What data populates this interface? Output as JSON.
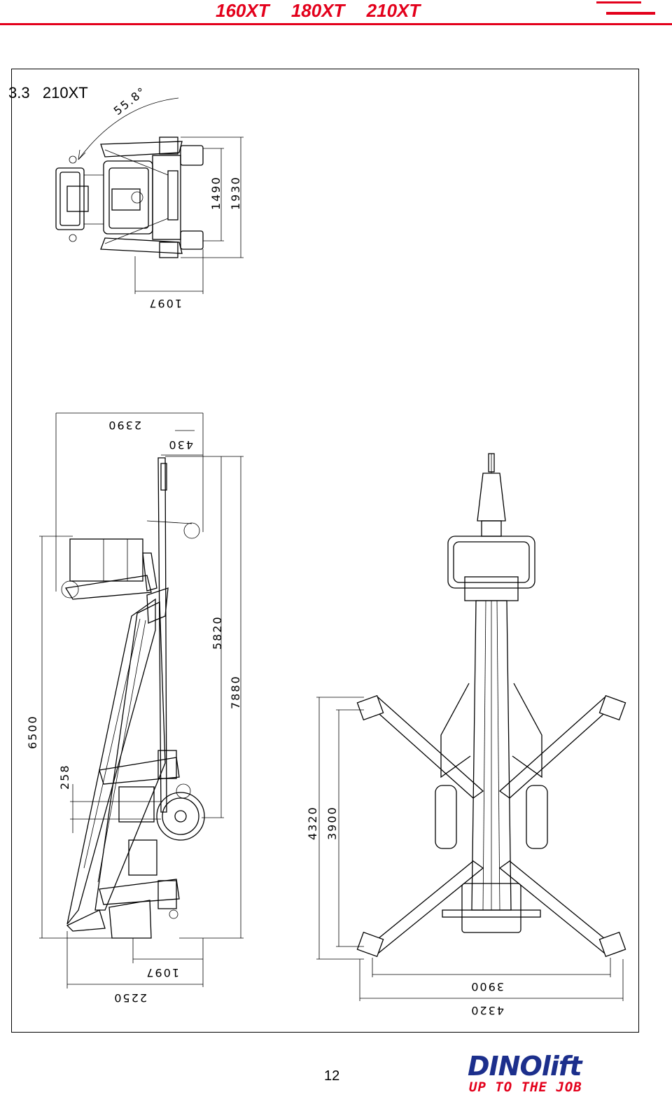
{
  "header": {
    "title": "160XT 180XT 210XT"
  },
  "section": {
    "title": "3.3   210XT"
  },
  "dimensions": {
    "top_angle": "55.8°",
    "top_1490": "1490",
    "top_1930": "1930",
    "top_1097": "1097",
    "side_2390": "2390",
    "side_430": "430",
    "side_5820": "5820",
    "side_7880": "7880",
    "side_6500": "6500",
    "side_258": "258",
    "side_1097": "1097",
    "side_2250": "2250",
    "front_4320_v": "4320",
    "front_3900_v": "3900",
    "front_3900_h": "3900",
    "front_4320_h": "4320"
  },
  "footer": {
    "page_number": "12",
    "logo_name": "DINOlift",
    "logo_slogan": "UP TO THE JOB"
  },
  "colors": {
    "accent": "#e3001b",
    "brand": "#1c2f8c"
  }
}
